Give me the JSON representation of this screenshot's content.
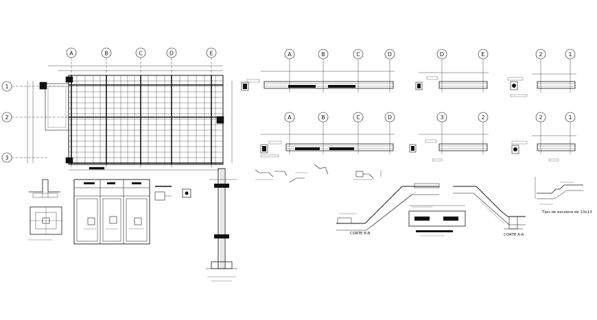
{
  "plan": {
    "col_axes": [
      "A",
      "B",
      "C",
      "D",
      "E"
    ],
    "row_axes": [
      "1",
      "2",
      "3"
    ]
  },
  "beams": {
    "row1": [
      {
        "axes": [
          "A",
          "B",
          "C",
          "D"
        ]
      },
      {
        "axes": [
          "D",
          "E"
        ]
      },
      {
        "axes": [
          "2",
          "1"
        ]
      }
    ],
    "row2": [
      {
        "axes": [
          "A",
          "B",
          "C",
          "D"
        ]
      },
      {
        "axes": [
          "3",
          "2"
        ]
      },
      {
        "axes": [
          "2",
          "1"
        ]
      }
    ]
  },
  "sections": {
    "corte_bb": "CORTE B-B",
    "corte_aa": "CORTE A-A",
    "tipo_escalera": "Tipo de escalera de 13x13"
  },
  "colors": {
    "line": "#111111",
    "background": "#ffffff"
  }
}
